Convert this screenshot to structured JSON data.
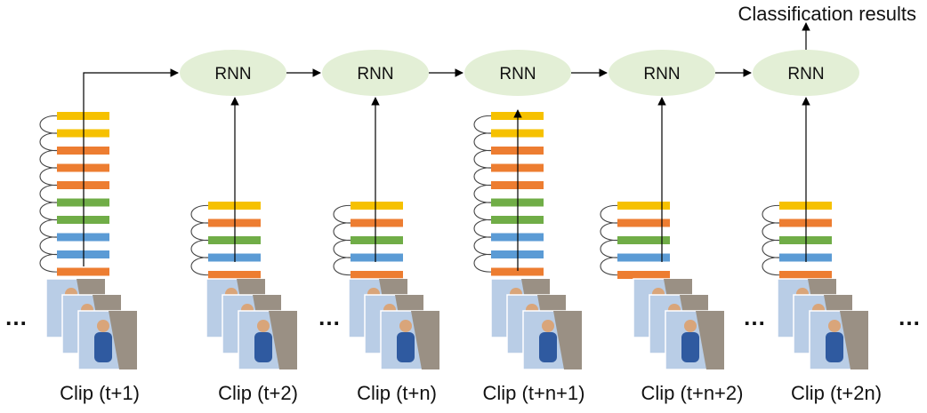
{
  "output_label": "Classification results",
  "rnn_label": "RNN",
  "ellipsis": "…",
  "colors": {
    "node_fill": "#e3efd6",
    "arrow": "#000000",
    "spring": "#444444",
    "bar_yellow": "#f6c100",
    "bar_orange": "#ed7d31",
    "bar_green": "#70ad47",
    "bar_blue": "#5b9bd5",
    "thumb_sky": "#b9cde6",
    "thumb_rock": "#9a9084",
    "thumb_person": "#2f5aa0",
    "thumb_skin": "#d9a57a"
  },
  "clips": [
    {
      "label": "Clip (t+1)",
      "bars": [
        "yellow",
        "yellow",
        "orange",
        "orange",
        "orange",
        "green",
        "green",
        "blue",
        "blue",
        "orange"
      ]
    },
    {
      "label": "Clip (t+2)",
      "bars": [
        "yellow",
        "orange",
        "green",
        "blue",
        "orange"
      ]
    },
    {
      "label": "Clip (t+n)",
      "bars": [
        "yellow",
        "orange",
        "green",
        "blue",
        "orange"
      ]
    },
    {
      "label": "Clip (t+n+1)",
      "bars": [
        "yellow",
        "yellow",
        "orange",
        "orange",
        "orange",
        "green",
        "green",
        "blue",
        "blue",
        "orange"
      ]
    },
    {
      "label": "Clip (t+n+2)",
      "bars": [
        "yellow",
        "orange",
        "green",
        "blue",
        "orange"
      ]
    },
    {
      "label": "Clip (t+2n)",
      "bars": [
        "yellow",
        "orange",
        "green",
        "blue",
        "orange"
      ]
    }
  ]
}
